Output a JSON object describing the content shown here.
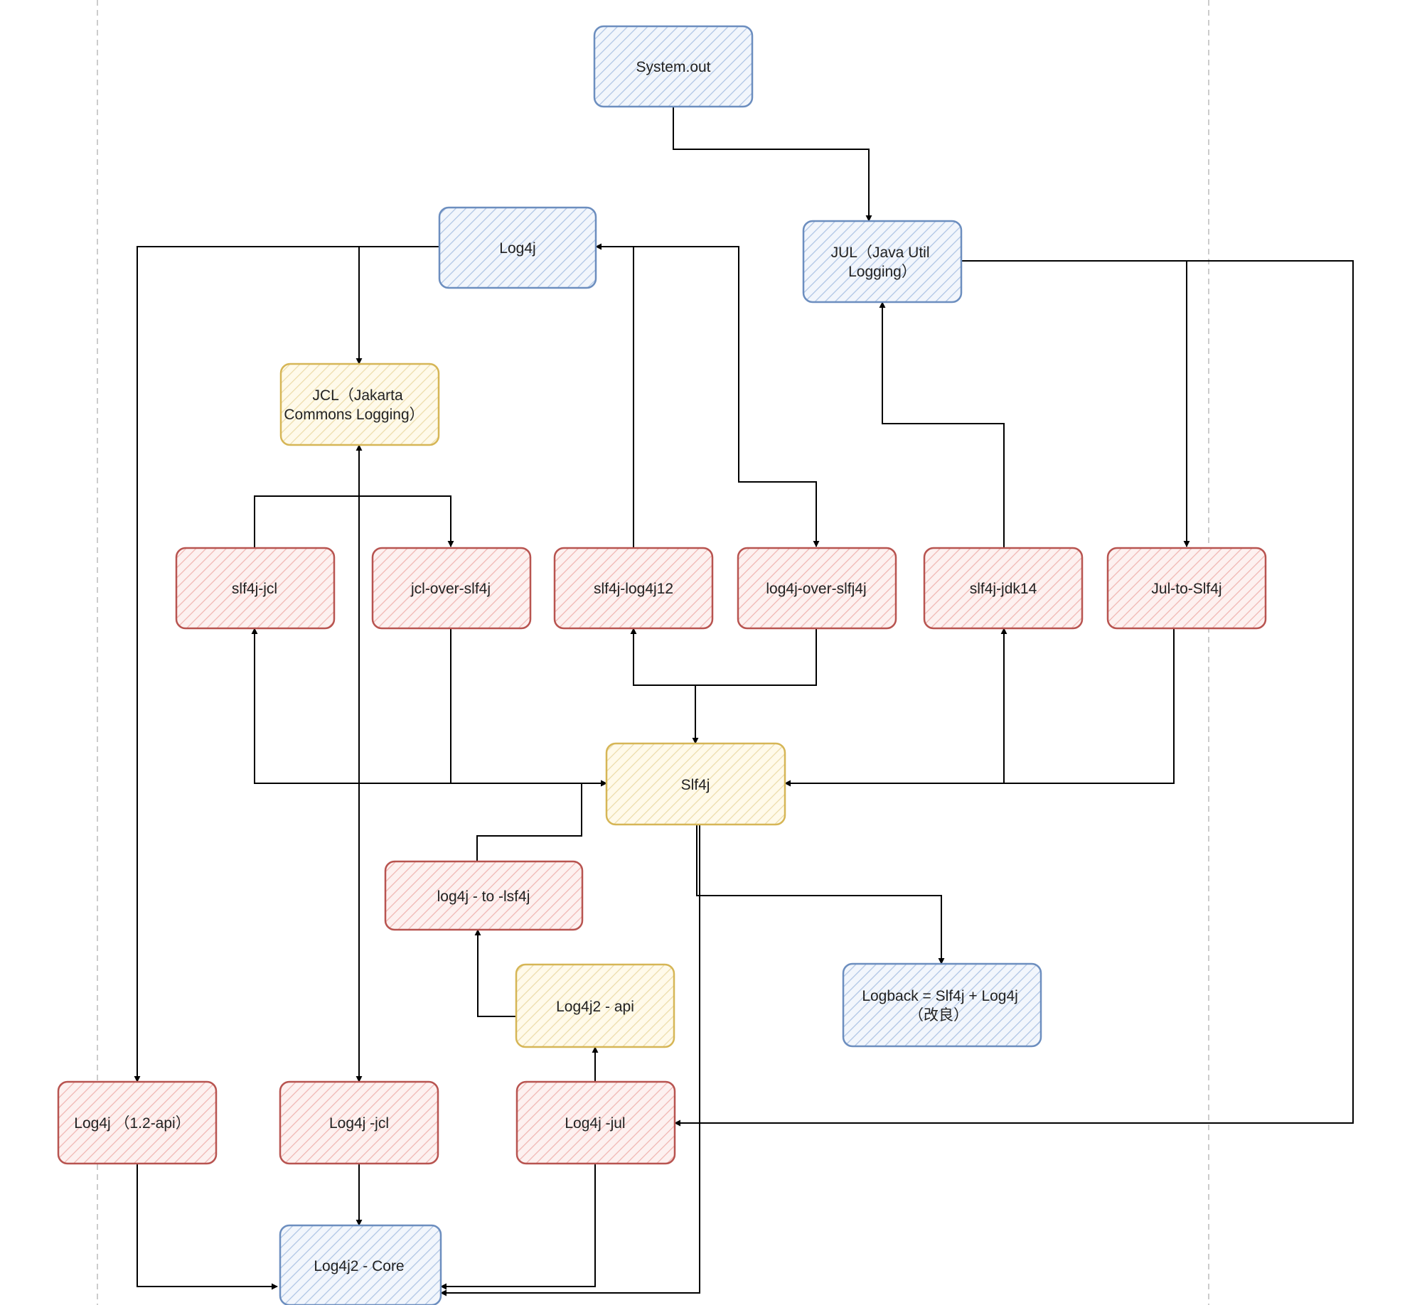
{
  "diagram": {
    "colors": {
      "blue": {
        "fill": "#dae8fc",
        "stroke": "#6c8ebf"
      },
      "yellow": {
        "fill": "#fff2cc",
        "stroke": "#d6b656"
      },
      "red": {
        "fill": "#f8cecc",
        "stroke": "#b85450"
      },
      "edge": "#000000",
      "guide": "#bbbbbb"
    },
    "nodes": {
      "system_out": {
        "lines": [
          "System.out"
        ],
        "color": "blue"
      },
      "log4j": {
        "lines": [
          "Log4j"
        ],
        "color": "blue"
      },
      "jul": {
        "lines": [
          "JUL（Java Util",
          "Logging）"
        ],
        "color": "blue"
      },
      "jcl": {
        "lines": [
          "JCL（Jakarta",
          "Commons Logging）"
        ],
        "color": "yellow"
      },
      "slf4j_jcl": {
        "lines": [
          "slf4j-jcl"
        ],
        "color": "red"
      },
      "jcl_over_slf4j": {
        "lines": [
          "jcl-over-slf4j"
        ],
        "color": "red"
      },
      "slf4j_log4j12": {
        "lines": [
          "slf4j-log4j12"
        ],
        "color": "red"
      },
      "log4j_over_slfj4j": {
        "lines": [
          "log4j-over-slfj4j"
        ],
        "color": "red"
      },
      "slf4j_jdk14": {
        "lines": [
          "slf4j-jdk14"
        ],
        "color": "red"
      },
      "jul_to_slf4j": {
        "lines": [
          "Jul-to-Slf4j"
        ],
        "color": "red"
      },
      "slf4j": {
        "lines": [
          "Slf4j"
        ],
        "color": "yellow"
      },
      "log4j_to_lsf4j": {
        "lines": [
          "log4j - to -lsf4j"
        ],
        "color": "red"
      },
      "log4j2_api": {
        "lines": [
          "Log4j2 - api"
        ],
        "color": "yellow"
      },
      "logback": {
        "lines": [
          "Logback = Slf4j + Log4j",
          "（改良）"
        ],
        "color": "blue"
      },
      "log4j_12_api": {
        "lines": [
          "Log4j （1.2-api）"
        ],
        "color": "red"
      },
      "log4j_jcl": {
        "lines": [
          "Log4j -jcl"
        ],
        "color": "red"
      },
      "log4j_jul": {
        "lines": [
          "Log4j -jul"
        ],
        "color": "red"
      },
      "log4j2_core": {
        "lines": [
          "Log4j2 - Core"
        ],
        "color": "blue"
      }
    },
    "edges": [
      {
        "from": "system_out",
        "to": "jul"
      },
      {
        "from": "log4j",
        "to": "jcl"
      },
      {
        "from": "log4j",
        "to": "log4j_12_api"
      },
      {
        "from": "log4j",
        "to": "log4j_over_slfj4j"
      },
      {
        "from": "slf4j_log4j12",
        "to": "log4j"
      },
      {
        "from": "jul",
        "to": "jul_to_slf4j"
      },
      {
        "from": "jul",
        "to": "log4j_jul"
      },
      {
        "from": "slf4j_jdk14",
        "to": "jul"
      },
      {
        "from": "slf4j_jcl",
        "to": "jcl_over_slf4j"
      },
      {
        "from": "jcl",
        "to": "log4j_jcl"
      },
      {
        "from": "log4j_jcl",
        "to": "jcl"
      },
      {
        "from": "slf4j",
        "to": "slf4j_jcl"
      },
      {
        "from": "jcl_over_slf4j",
        "to": "slf4j"
      },
      {
        "from": "slf4j",
        "to": "slf4j_log4j12"
      },
      {
        "from": "log4j_over_slfj4j",
        "to": "slf4j"
      },
      {
        "from": "slf4j",
        "to": "slf4j_jdk14"
      },
      {
        "from": "jul_to_slf4j",
        "to": "slf4j"
      },
      {
        "from": "log4j_to_lsf4j",
        "to": "slf4j"
      },
      {
        "from": "log4j2_api",
        "to": "log4j_to_lsf4j"
      },
      {
        "from": "log4j_jul",
        "to": "log4j2_api"
      },
      {
        "from": "slf4j",
        "to": "logback"
      },
      {
        "from": "slf4j",
        "to": "log4j2_core"
      },
      {
        "from": "log4j_12_api",
        "to": "log4j2_core"
      },
      {
        "from": "log4j_jcl",
        "to": "log4j2_core"
      },
      {
        "from": "log4j_jul",
        "to": "log4j2_core"
      }
    ]
  }
}
